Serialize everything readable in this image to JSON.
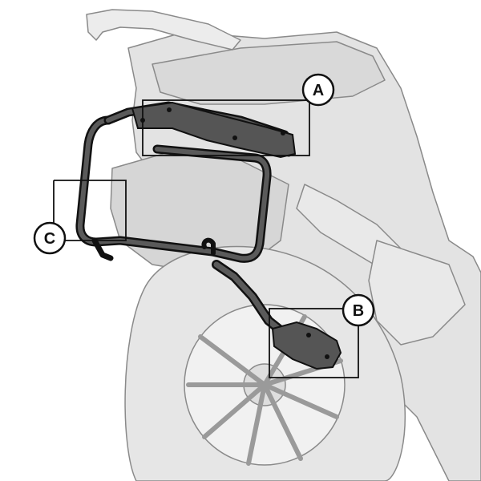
{
  "callouts": [
    {
      "id": "A",
      "label": "A"
    },
    {
      "id": "B",
      "label": "B"
    },
    {
      "id": "C",
      "label": "C"
    }
  ],
  "colors": {
    "ghost_fill": "#e3e3e3",
    "ghost_stroke": "#8a8a8a",
    "frame_fill": "#4a4a4a",
    "frame_stroke": "#111111",
    "callout_stroke": "#111111"
  }
}
